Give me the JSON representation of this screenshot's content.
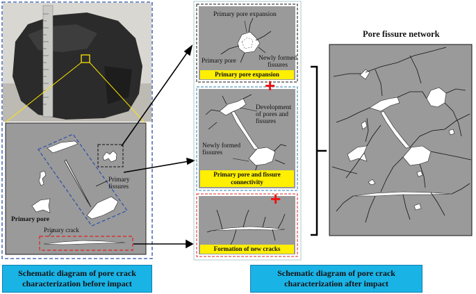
{
  "left_panel": {
    "primary_fissures_label": "Primary\nfissures",
    "primary_pore_label": "Primary pore",
    "primary_crack_label": "Primary crack",
    "caption": "Schematic diagram of pore crack\ncharacterization before impact"
  },
  "middle_panel": {
    "box1": {
      "primary_pore_expansion_annot": "Primary pore expansion",
      "primary_pore_annot": "Primary pore",
      "newly_formed_annot": "Newly formed\nfissures",
      "banner": "Primary pore expansion"
    },
    "box2": {
      "development_annot": "Development\nof pores and\nfissures",
      "newly_formed_annot": "Newly formed\nfissures",
      "banner": "Primary pore and fissure\nconnectivity"
    },
    "box3": {
      "banner": "Formation of new cracks"
    },
    "plus_symbol": "+"
  },
  "right_panel": {
    "title": "Pore fissure network",
    "caption": "Schematic diagram of pore crack\ncharacterization after impact"
  },
  "colors": {
    "gray_panel": "#9a9a9a",
    "yellow": "#ffef00",
    "caption_blue": "#1ab3e6",
    "dashed_blue": "#2a4fa8",
    "dashed_red": "#d22",
    "plus_red": "#e11"
  }
}
